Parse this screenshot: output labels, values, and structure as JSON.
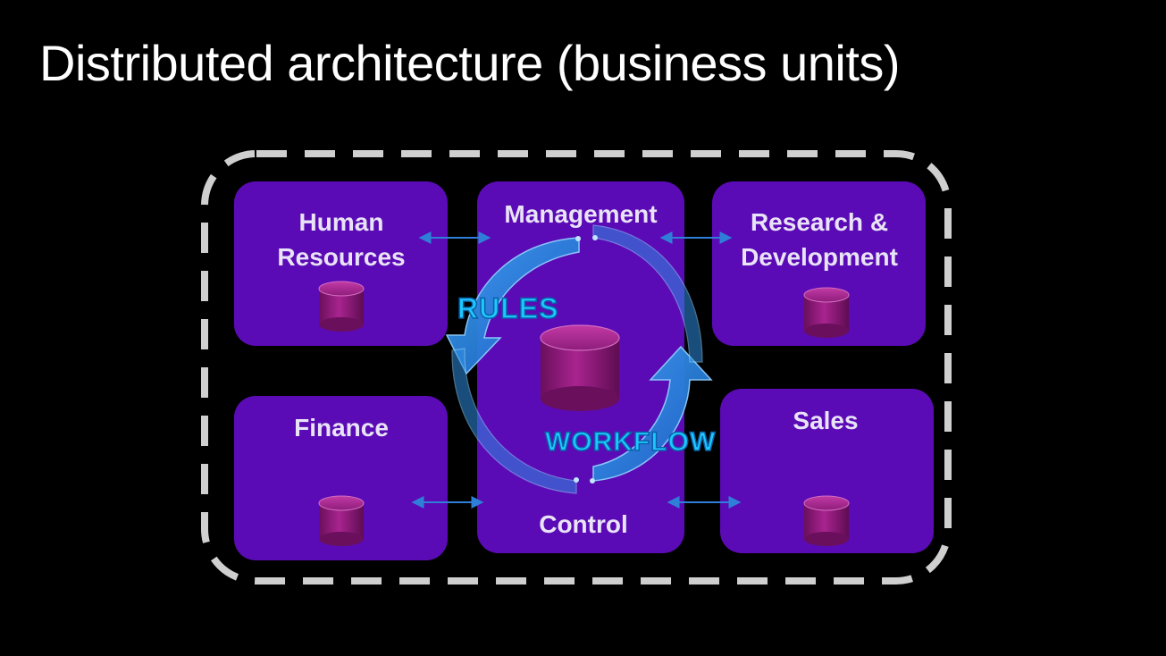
{
  "slide": {
    "title": "Distributed architecture (business units)"
  },
  "units": {
    "hr": {
      "line1": "Human",
      "line2": "Resources"
    },
    "management": {
      "label": "Management"
    },
    "rd": {
      "line1": "Research &",
      "line2": "Development"
    },
    "finance": {
      "label": "Finance"
    },
    "control": {
      "label": "Control"
    },
    "sales": {
      "label": "Sales"
    }
  },
  "cycle": {
    "rules_label": "RULES",
    "workflow_label": "WORKFLOW"
  },
  "colors": {
    "background": "#000000",
    "unit_fill": "#5b0bb5",
    "database_fill": "#8b1a78",
    "cycle_arrow": "#2f8de0",
    "connector": "#2f7fd8",
    "boundary": "#cfcfcf"
  }
}
